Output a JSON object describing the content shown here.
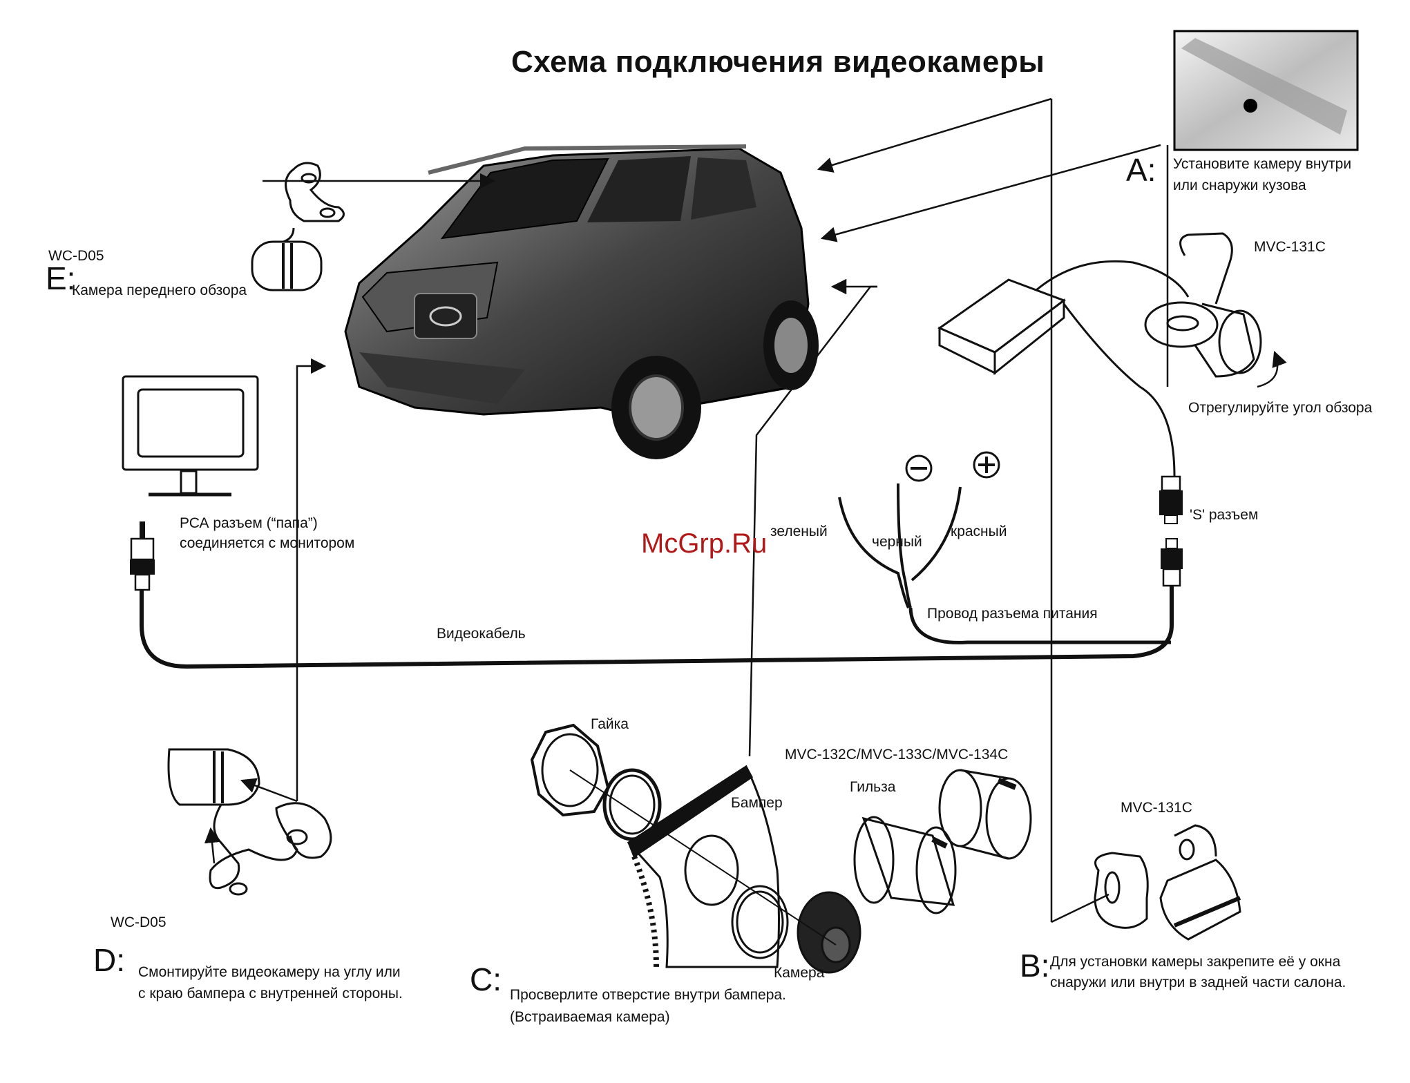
{
  "title": "Схема подключения видеокамеры",
  "watermark": "McGrp.Ru",
  "section_a": {
    "letter": "A:",
    "text_line1": "Установите камеру внутри",
    "text_line2": "или снаружи кузова",
    "model": "MVC-131C",
    "adjust": "Отрегулируйте угол обзора"
  },
  "section_e": {
    "model": "WC-D05",
    "letter": "E:",
    "text": "Камера переднего обзора"
  },
  "monitor": {
    "rca_line1": "РСА разъем (“папа”)",
    "rca_line2": "соединяется с монитором"
  },
  "power": {
    "wire_green": "зеленый",
    "wire_black": "черный",
    "wire_red": "красный",
    "cable_label": "Провод разъема питания",
    "minus_symbol": "−",
    "plus_symbol": "+"
  },
  "s_connector": "'S' разъем",
  "video_cable": "Видеокабель",
  "section_d": {
    "model": "WC-D05",
    "letter": "D:",
    "text_line1": "Смонтируйте видеокамеру на углу или",
    "text_line2": "с краю бампера с внутренней стороны."
  },
  "section_c": {
    "nut": "Гайка",
    "bumper": "Бампер",
    "models": "MVC-132C/MVC-133C/MVC-134C",
    "sleeve": "Гильза",
    "camera": "Камера",
    "letter": "C:",
    "text_line1": "Просверлите отверстие внутри бампера.",
    "text_line2": "(Встраиваемая камера)"
  },
  "section_b": {
    "model": "MVC-131C",
    "letter": "B:",
    "text_line1": "Для установки камеры закрепите её у окна",
    "text_line2": "снаружи или внутри в задней части салона."
  }
}
